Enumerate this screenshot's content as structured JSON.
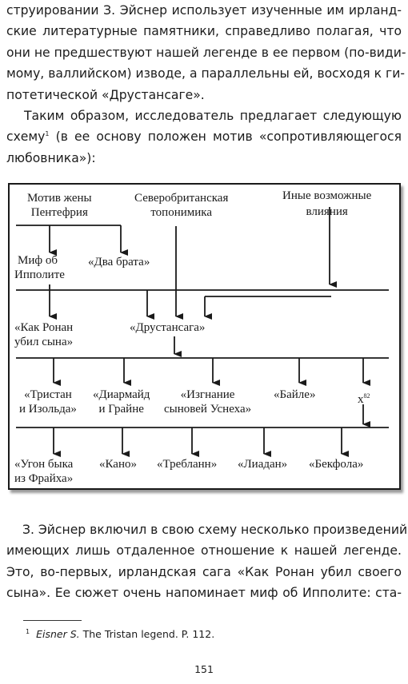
{
  "para1_lines": [
    "струировании З. Эйснер использует изученные им ирланд-",
    "ские литературные памятники, справедливо полагая, что",
    "они не предшествуют нашей легенде в ее первом (по-види-",
    "мому, валлийском) изводе, а параллельны ей, восходя к ги-",
    "потетической «Друстансаге»."
  ],
  "para2": {
    "line1": "Таким образом, исследователь предлагает следующую",
    "line2_start": "схему",
    "line2_fnref": "1",
    "line2_rest": " (в ее основу положен мотив «сопротивляющегося",
    "line3": "любовника»):"
  },
  "diagram": {
    "motiv_l1": "Мотив жены",
    "motiv_l2": "Пентефрия",
    "north_l1": "Северобританская",
    "north_l2": "топонимика",
    "other_l1": "Иные возможные",
    "other_l2": "влияния",
    "hippolytus_l1": "Миф об",
    "hippolytus_l2": "Ипполите",
    "two_brothers": "«Два брата»",
    "ronan_l1": "«Как Ронан",
    "ronan_l2": "убил сына»",
    "drustansaga": "«Друстансага»",
    "tristan_l1": "«Тристан",
    "tristan_l2": "и Изольда»",
    "diarmaid_l1": "«Диармайд",
    "diarmaid_l2": "и Грайне",
    "exile_l1": "«Изгнание",
    "exile_l2": "сыновей Уснеха»",
    "baile": "«Байле»",
    "x_label": "x",
    "x_sup": "82",
    "cattle_l1": "«Угон быка",
    "cattle_l2": "из Фрайха»",
    "kano": "«Кано»",
    "treblann": "«Требланн»",
    "liadan": "«Лиадан»",
    "bekfola": "«Бекфола»"
  },
  "para3_lines": [
    "З. Эйснер включил в свою схему несколько произведений,",
    "имеющих лишь отдаленное отношение к нашей легенде.",
    "Это, во-первых, ирландская сага «Как Ронан убил своего",
    "сына». Ее сюжет очень напоминает миф об Ипполите: ста-"
  ],
  "footnote": {
    "number": "1",
    "author": "Eisner S.",
    "text": " The Tristan legend. P. 112."
  },
  "page_number": "151"
}
